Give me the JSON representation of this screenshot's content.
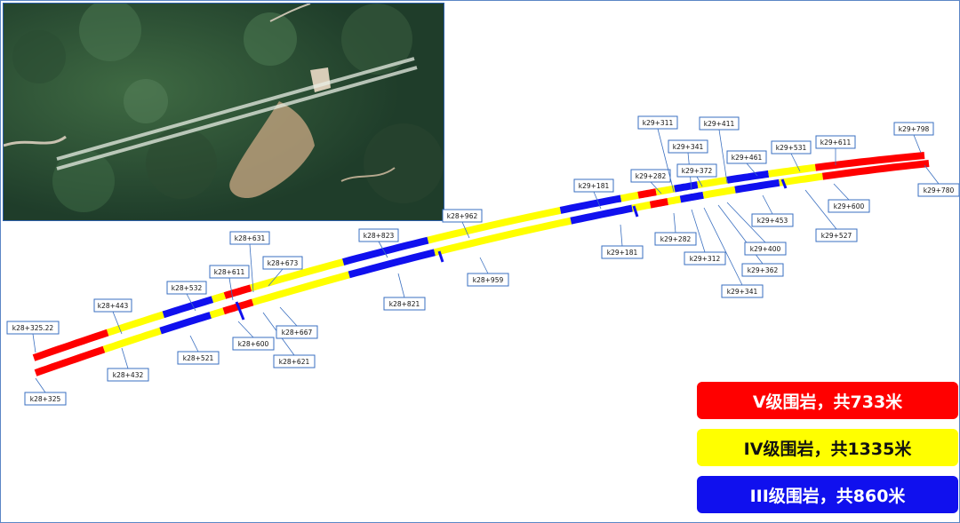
{
  "colors": {
    "grade_v": "#ff0000",
    "grade_iv": "#ffff00",
    "grade_iii": "#1010ee",
    "label_border": "#3a6fc0"
  },
  "legend": [
    {
      "text": "V级围岩，共733米",
      "color": "#ff0000",
      "text_color": "#ffffff"
    },
    {
      "text": "IV级围岩，共1335米",
      "color": "#ffff00",
      "text_color": "#111111"
    },
    {
      "text": "III级围岩，共860米",
      "color": "#1010ee",
      "text_color": "#ffffff"
    }
  ],
  "tunnel": {
    "upper_start": "k28+325.22",
    "upper_end": "k29+798",
    "lower_start": "k28+325",
    "lower_end": "k29+780",
    "upper_segments": [
      {
        "grade": "V",
        "from": "k28+325.22",
        "to": "k28+443"
      },
      {
        "grade": "IV",
        "from": "k28+443",
        "to": "k28+532"
      },
      {
        "grade": "III",
        "from": "k28+532",
        "to": "k28+611"
      },
      {
        "grade": "IV",
        "from": "k28+611",
        "to": "k28+631"
      },
      {
        "grade": "V",
        "from": "k28+631",
        "to": "k28+673"
      },
      {
        "grade": "IV",
        "from": "k28+673",
        "to": "k28+823"
      },
      {
        "grade": "III",
        "from": "k28+823",
        "to": "k28+962"
      },
      {
        "grade": "IV",
        "from": "k28+962",
        "to": "k29+181"
      },
      {
        "grade": "III",
        "from": "k29+181",
        "to": "k29+282"
      },
      {
        "grade": "IV",
        "from": "k29+282",
        "to": "k29+311"
      },
      {
        "grade": "V",
        "from": "k29+311",
        "to": "k29+341"
      },
      {
        "grade": "IV",
        "from": "k29+341",
        "to": "k29+372"
      },
      {
        "grade": "III",
        "from": "k29+372",
        "to": "k29+411"
      },
      {
        "grade": "IV",
        "from": "k29+411",
        "to": "k29+461"
      },
      {
        "grade": "III",
        "from": "k29+461",
        "to": "k29+531"
      },
      {
        "grade": "IV",
        "from": "k29+531",
        "to": "k29+611"
      },
      {
        "grade": "V",
        "from": "k29+611",
        "to": "k29+798"
      }
    ],
    "lower_segments": [
      {
        "grade": "V",
        "from": "k28+325",
        "to": "k28+432"
      },
      {
        "grade": "IV",
        "from": "k28+432",
        "to": "k28+521"
      },
      {
        "grade": "III",
        "from": "k28+521",
        "to": "k28+600"
      },
      {
        "grade": "IV",
        "from": "k28+600",
        "to": "k28+621"
      },
      {
        "grade": "V",
        "from": "k28+621",
        "to": "k28+667"
      },
      {
        "grade": "IV",
        "from": "k28+667",
        "to": "k28+821"
      },
      {
        "grade": "III",
        "from": "k28+821",
        "to": "k28+959"
      },
      {
        "grade": "IV",
        "from": "k28+959",
        "to": "k29+181"
      },
      {
        "grade": "III",
        "from": "k29+181",
        "to": "k29+282"
      },
      {
        "grade": "IV",
        "from": "k29+282",
        "to": "k29+312"
      },
      {
        "grade": "V",
        "from": "k29+312",
        "to": "k29+341"
      },
      {
        "grade": "IV",
        "from": "k29+341",
        "to": "k29+362"
      },
      {
        "grade": "III",
        "from": "k29+362",
        "to": "k29+400"
      },
      {
        "grade": "IV",
        "from": "k29+400",
        "to": "k29+453"
      },
      {
        "grade": "III",
        "from": "k29+453",
        "to": "k29+527"
      },
      {
        "grade": "IV",
        "from": "k29+527",
        "to": "k29+600"
      },
      {
        "grade": "V",
        "from": "k29+600",
        "to": "k29+780"
      }
    ]
  },
  "labels": [
    "k28+325.22",
    "k28+443",
    "k28+532",
    "k28+611",
    "k28+631",
    "k28+673",
    "k28+823",
    "k28+962",
    "k29+181",
    "k29+282",
    "k29+311",
    "k29+341",
    "k29+372",
    "k29+411",
    "k29+461",
    "k29+531",
    "k29+611",
    "k29+798",
    "k28+325",
    "k28+432",
    "k28+521",
    "k28+600",
    "k28+621",
    "k28+667",
    "k28+821",
    "k28+959",
    "k29+181",
    "k29+282",
    "k29+312",
    "k29+341",
    "k29+362",
    "k29+400",
    "k29+453",
    "k29+527",
    "k29+600",
    "k29+780"
  ]
}
